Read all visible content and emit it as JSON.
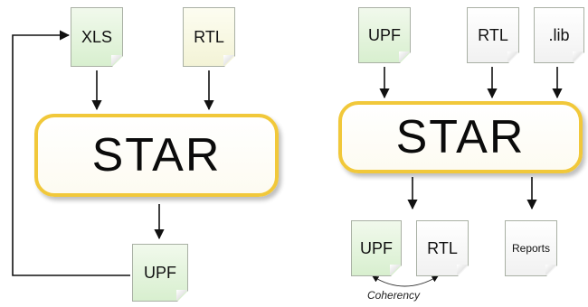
{
  "left": {
    "xls_label": "XLS",
    "rtl_label": "RTL",
    "star_label": "STAR",
    "upf_label": "UPF"
  },
  "right": {
    "upf_in_label": "UPF",
    "rtl_in_label": "RTL",
    "lib_label": ".lib",
    "star_label": "STAR",
    "upf_out_label": "UPF",
    "rtl_out_label": "RTL",
    "reports_label": "Reports",
    "coherency_label": "Coherency"
  },
  "colors": {
    "star_border": "#f1c83a",
    "doc_green": "#d8efcf",
    "doc_yellow": "#f3f3d6",
    "arrow": "#111111"
  }
}
